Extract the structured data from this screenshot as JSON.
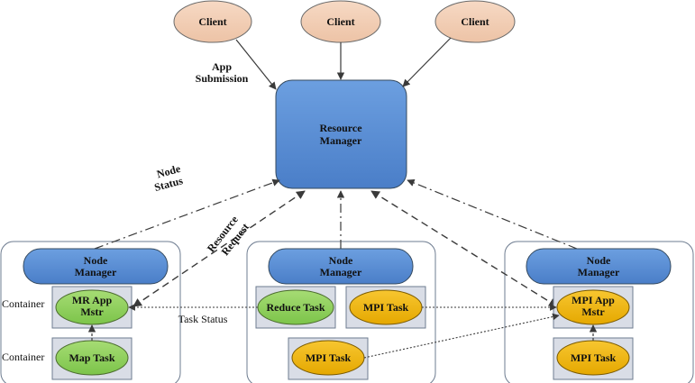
{
  "diagram": {
    "title": "YARN architecture with MPI support",
    "clients": [
      {
        "label": "Client"
      },
      {
        "label": "Client"
      },
      {
        "label": "Client"
      }
    ],
    "resource_manager": {
      "lines": [
        "Resource",
        "Manager"
      ]
    },
    "edge_labels": {
      "app_submission": [
        "App",
        "Submission"
      ],
      "node_status": [
        "Node",
        "Status"
      ],
      "resource_request": [
        "Resource",
        "Request"
      ],
      "task_status": "Task Status"
    },
    "nodes": [
      {
        "manager": [
          "Node",
          "Manager"
        ],
        "container_labels": [
          "Container",
          "Container"
        ],
        "tasks": [
          {
            "lines": [
              "MR App",
              "Mstr"
            ],
            "kind": "mapreduce"
          },
          {
            "lines": [
              "Map Task"
            ],
            "kind": "mapreduce"
          }
        ]
      },
      {
        "manager": [
          "Node",
          "Manager"
        ],
        "tasks": [
          {
            "lines": [
              "Reduce Task"
            ],
            "kind": "mapreduce"
          },
          {
            "lines": [
              "MPI Task"
            ],
            "kind": "mpi"
          },
          {
            "lines": [
              "MPI Task"
            ],
            "kind": "mpi"
          }
        ]
      },
      {
        "manager": [
          "Node",
          "Manager"
        ],
        "tasks": [
          {
            "lines": [
              "MPI App",
              "Mstr"
            ],
            "kind": "mpi"
          },
          {
            "lines": [
              "MPI Task"
            ],
            "kind": "mpi"
          }
        ]
      }
    ],
    "colors": {
      "client_fill": "#F2CDB3",
      "manager_fill": "#5B8FD4",
      "rm_fill": "#5B8FD4",
      "mapreduce_fill": "#8FD05A",
      "mpi_fill": "#F2B705",
      "container_fill": "#D9DDE6",
      "line": "#3A3A3A"
    }
  }
}
